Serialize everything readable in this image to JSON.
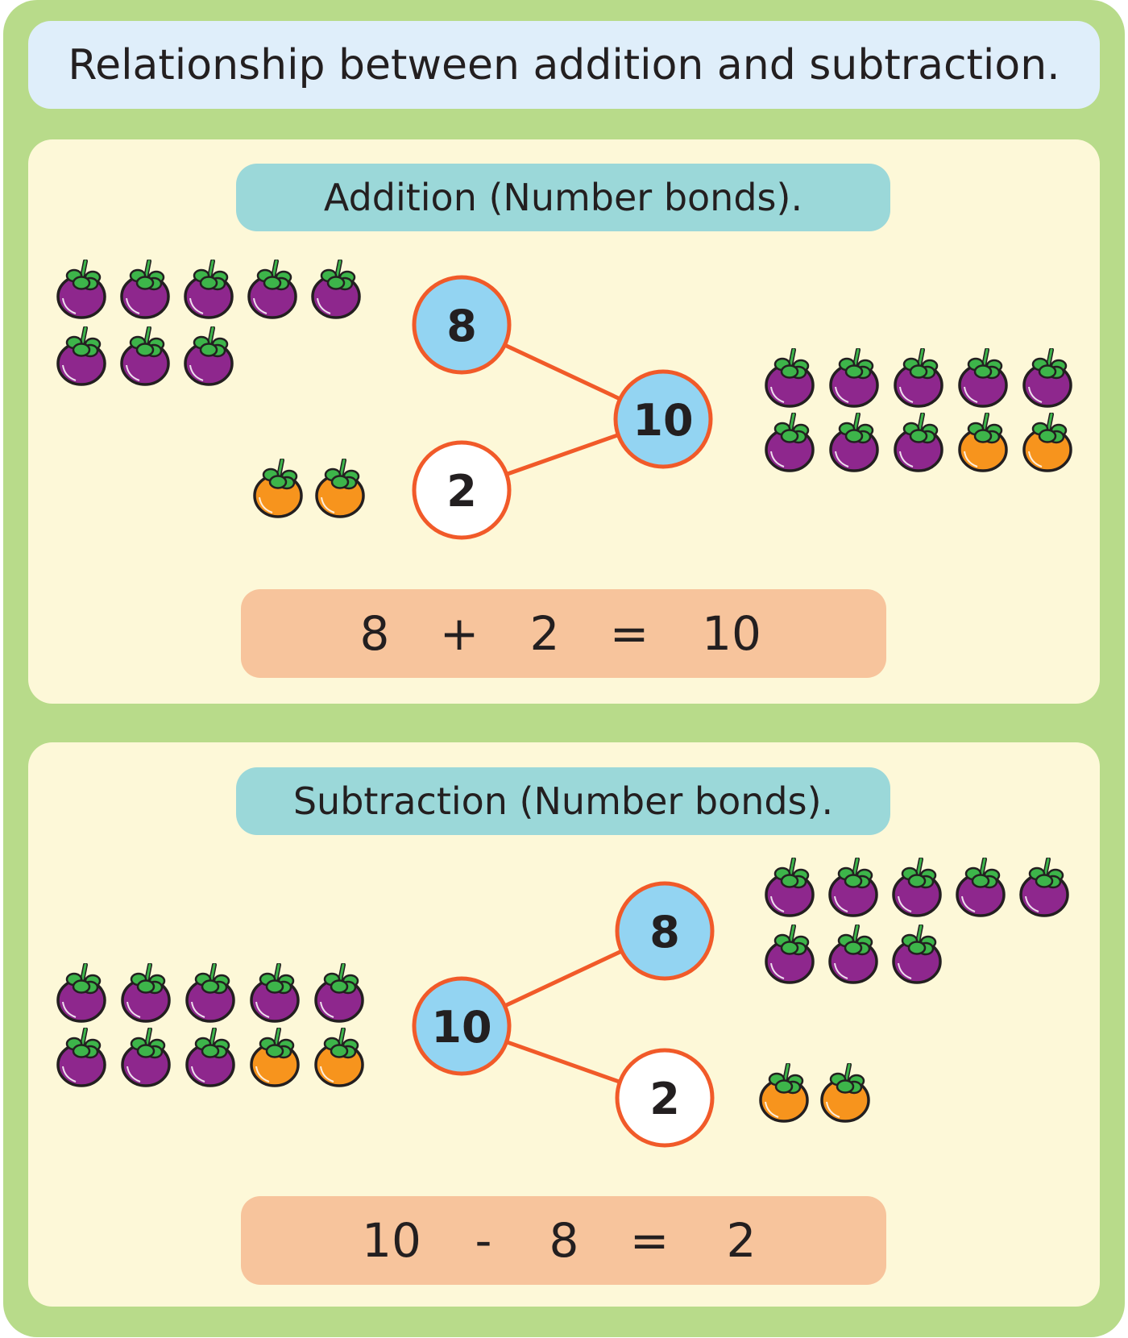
{
  "title": "Relationship between addition and subtraction.",
  "colors": {
    "frame": "#b8db8a",
    "title_bg": "#dfeefa",
    "panel_bg": "#fdf8d8",
    "label_bg": "#9bd8d9",
    "equation_bg": "#f7c49c",
    "bond_line": "#f15a29",
    "bond_fill_blue": "#93d4f2",
    "bond_fill_white": "#ffffff",
    "mangosteen": "#8e278d",
    "orange": "#f7941d",
    "leaf": "#3db54a"
  },
  "addition": {
    "label": "Addition (Number bonds).",
    "bond": {
      "whole": "10",
      "parts": [
        "8",
        "2"
      ]
    },
    "groups": {
      "part_a": {
        "fruit": "mangosteen",
        "count": 8
      },
      "part_b": {
        "fruit": "orange",
        "count": 2
      },
      "whole": {
        "mangosteen": 8,
        "orange": 2,
        "count": 10
      }
    },
    "equation": [
      "8",
      "+",
      "2",
      "=",
      "10"
    ]
  },
  "subtraction": {
    "label": "Subtraction (Number bonds).",
    "bond": {
      "whole": "10",
      "parts": [
        "8",
        "2"
      ]
    },
    "groups": {
      "whole": {
        "mangosteen": 8,
        "orange": 2,
        "count": 10
      },
      "part_a": {
        "fruit": "mangosteen",
        "count": 8
      },
      "part_b": {
        "fruit": "orange",
        "count": 2
      }
    },
    "equation": [
      "10",
      "-",
      "8",
      "=",
      "2"
    ]
  }
}
